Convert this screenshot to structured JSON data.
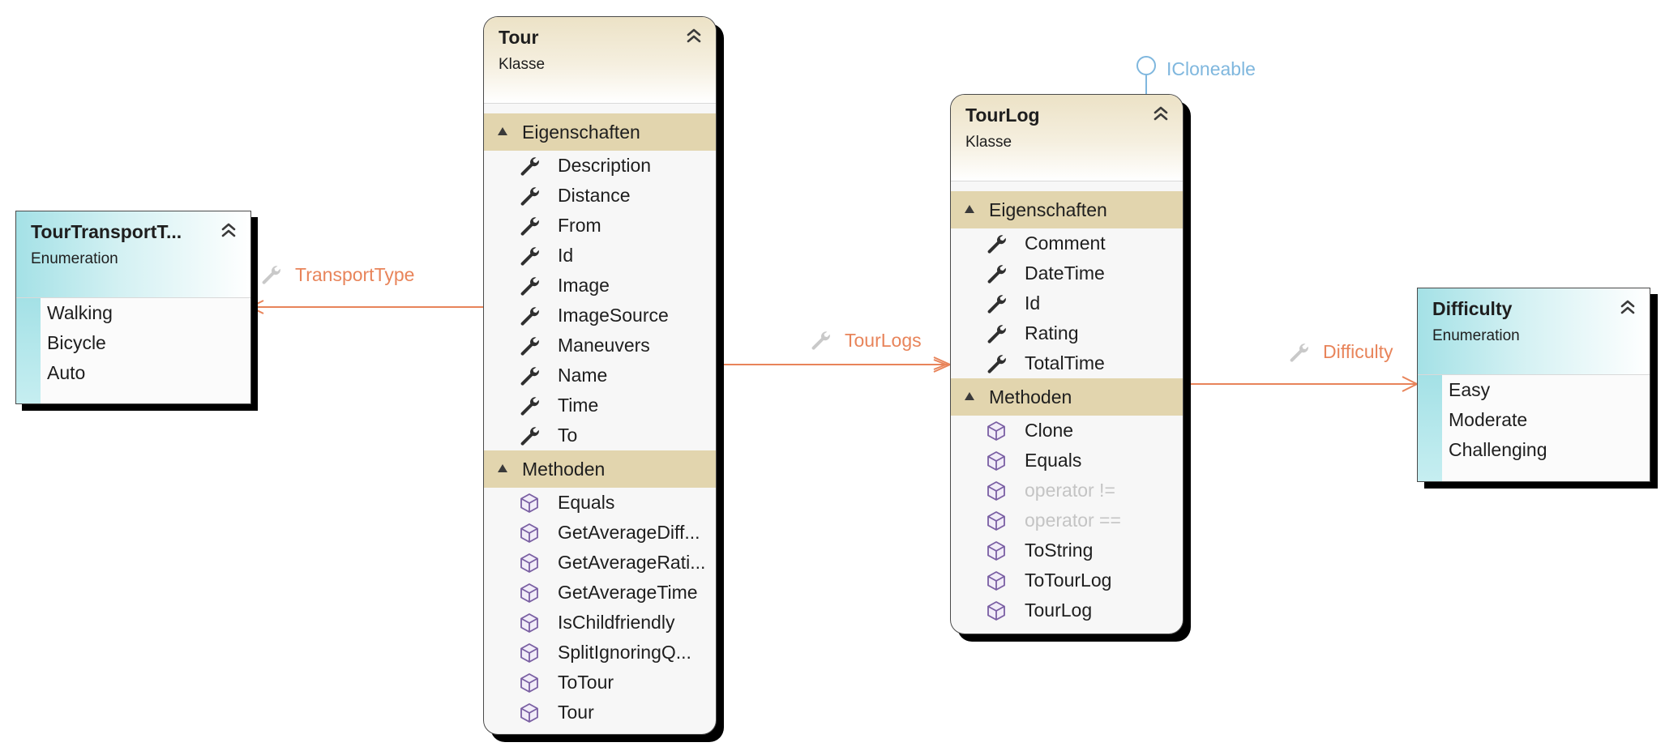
{
  "tour": {
    "title": "Tour",
    "kind": "Klasse",
    "sections": {
      "properties": "Eigenschaften",
      "methods": "Methoden"
    },
    "properties": [
      "Description",
      "Distance",
      "From",
      "Id",
      "Image",
      "ImageSource",
      "Maneuvers",
      "Name",
      "Time",
      "To"
    ],
    "methods": [
      "Equals",
      "GetAverageDiff...",
      "GetAverageRati...",
      "GetAverageTime",
      "IsChildfriendly",
      "SplitIgnoringQ...",
      "ToTour",
      "Tour"
    ]
  },
  "tourlog": {
    "title": "TourLog",
    "kind": "Klasse",
    "sections": {
      "properties": "Eigenschaften",
      "methods": "Methoden"
    },
    "properties": [
      "Comment",
      "DateTime",
      "Id",
      "Rating",
      "TotalTime"
    ],
    "methods": [
      "Clone",
      "Equals",
      "operator !=",
      "operator ==",
      "ToString",
      "ToTourLog",
      "TourLog"
    ]
  },
  "transport_enum": {
    "title": "TourTransportT...",
    "kind": "Enumeration",
    "values": [
      "Walking",
      "Bicycle",
      "Auto"
    ]
  },
  "difficulty_enum": {
    "title": "Difficulty",
    "kind": "Enumeration",
    "values": [
      "Easy",
      "Moderate",
      "Challenging"
    ]
  },
  "associations": {
    "transport_type": "TransportType",
    "tour_logs": "TourLogs",
    "difficulty": "Difficulty"
  },
  "interface": {
    "name": "ICloneable"
  },
  "colors": {
    "class_header": "#ece2c6",
    "section_bar": "#e2d5ae",
    "enum_header": "#a4e1e6",
    "association": "#e8845a",
    "interface": "#7fb7de",
    "method_icon": "#7a5fa3",
    "dim_text": "#c4c4c4"
  },
  "icons": {
    "property": "wrench-icon",
    "method": "cube-icon",
    "collapse": "double-chevron-up-icon",
    "expand_section": "triangle-expanded-icon",
    "interface": "lollipop-interface-icon"
  }
}
